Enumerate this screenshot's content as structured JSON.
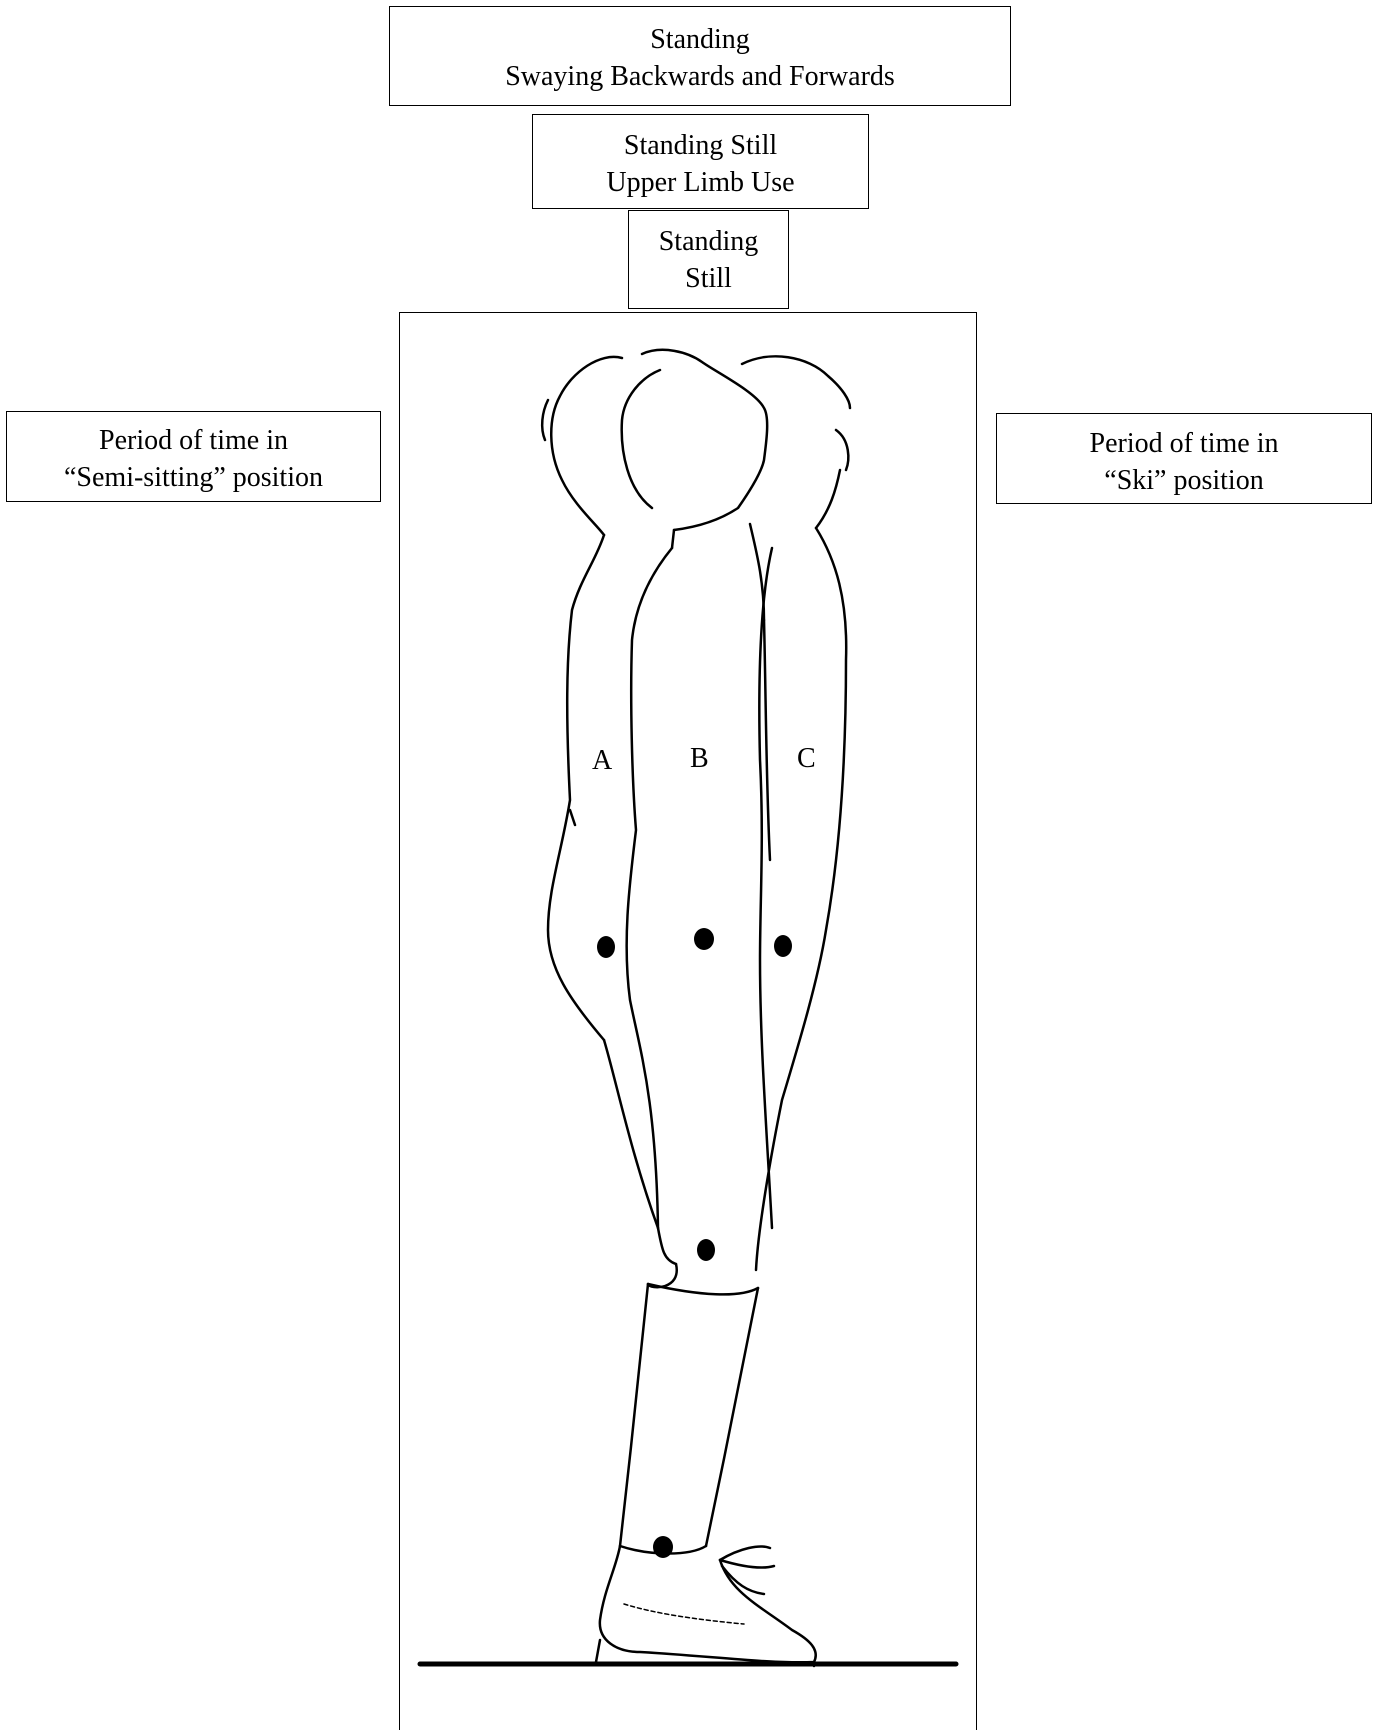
{
  "boxes": {
    "top1": {
      "line1": "Standing",
      "line2": "Swaying Backwards and Forwards"
    },
    "top2": {
      "line1": "Standing Still",
      "line2": "Upper Limb Use"
    },
    "top3": {
      "line1": "Standing",
      "line2": "Still"
    },
    "left": {
      "line1": "Period of time in",
      "line2": "“Semi-sitting” position"
    },
    "right": {
      "line1": "Period of time in",
      "line2": "“Ski” position"
    }
  },
  "positions": [
    "A",
    "B",
    "C"
  ],
  "colors": {
    "ink": "#000000",
    "background": "#ffffff"
  }
}
